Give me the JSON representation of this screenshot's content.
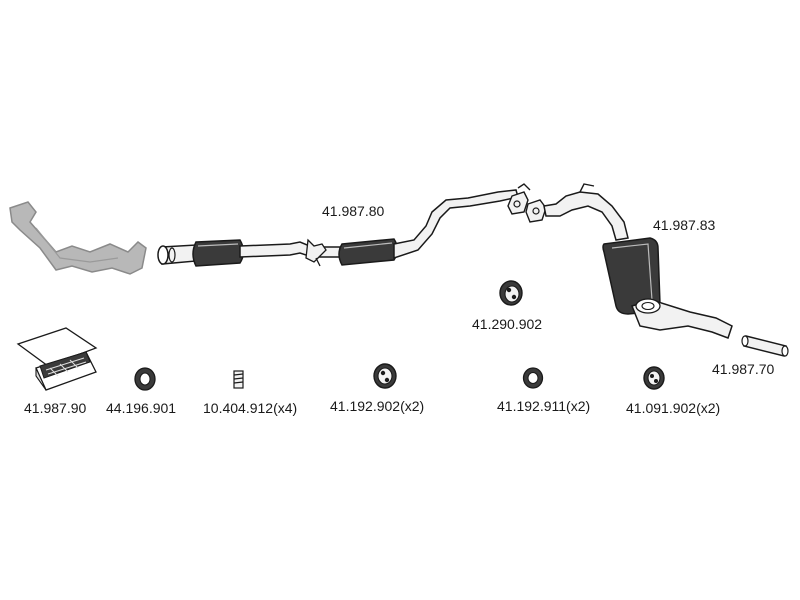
{
  "colors": {
    "line": "#1a1a1a",
    "fill_light": "#f2f2f2",
    "fill_dark": "#3a3a3a",
    "ghost_fill": "#b8b8b8",
    "ghost_line": "#8a8a8a"
  },
  "parts": [
    {
      "id": "front_pipe",
      "label": "",
      "icon": "front-pipe-ghost-icon"
    },
    {
      "id": "middle_silencer",
      "label": "41.987.80",
      "icon": "middle-silencer-icon"
    },
    {
      "id": "rear_silencer",
      "label": "41.987.83",
      "icon": "rear-silencer-icon"
    },
    {
      "id": "tail_pipe",
      "label": "41.987.70",
      "icon": "tail-pipe-icon"
    },
    {
      "id": "mount_upper",
      "label": "41.290.902",
      "icon": "rubber-mount-icon"
    }
  ],
  "accessories": [
    {
      "id": "fitting_kit",
      "label": "41.987.90",
      "icon": "fitting-kit-box-icon"
    },
    {
      "id": "ring_gasket",
      "label": "44.196.901",
      "icon": "ring-gasket-icon"
    },
    {
      "id": "spring",
      "label": "10.404.912(x4)",
      "icon": "spring-icon"
    },
    {
      "id": "mount_a",
      "label": "41.192.902(x2)",
      "icon": "rubber-mount-icon"
    },
    {
      "id": "ring_small",
      "label": "41.192.911(x2)",
      "icon": "rubber-ring-icon"
    },
    {
      "id": "mount_b",
      "label": "41.091.902(x2)",
      "icon": "rubber-mount-icon"
    }
  ]
}
